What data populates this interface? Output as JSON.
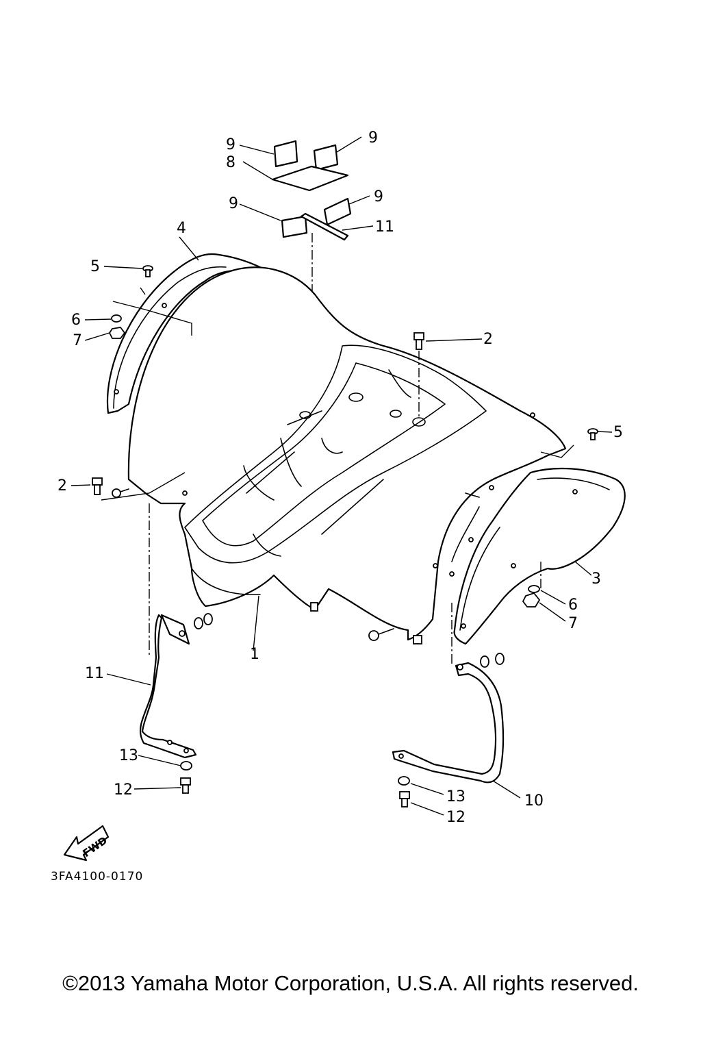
{
  "diagram": {
    "callouts": {
      "c1": "1",
      "c2a": "2",
      "c2b": "2",
      "c3": "3",
      "c4": "4",
      "c5a": "5",
      "c5b": "5",
      "c6a": "6",
      "c6b": "6",
      "c7a": "7",
      "c7b": "7",
      "c8": "8",
      "c9a": "9",
      "c9b": "9",
      "c9c": "9",
      "c9d": "9",
      "c10": "10",
      "c11a": "11",
      "c11b": "11",
      "c12a": "12",
      "c12b": "12",
      "c13a": "13",
      "c13b": "13"
    },
    "fwd_label": "FWD",
    "code": "3FA4100-0170"
  },
  "footer": {
    "copyright": "©2013 Yamaha Motor Corporation, U.S.A. All rights reserved."
  }
}
